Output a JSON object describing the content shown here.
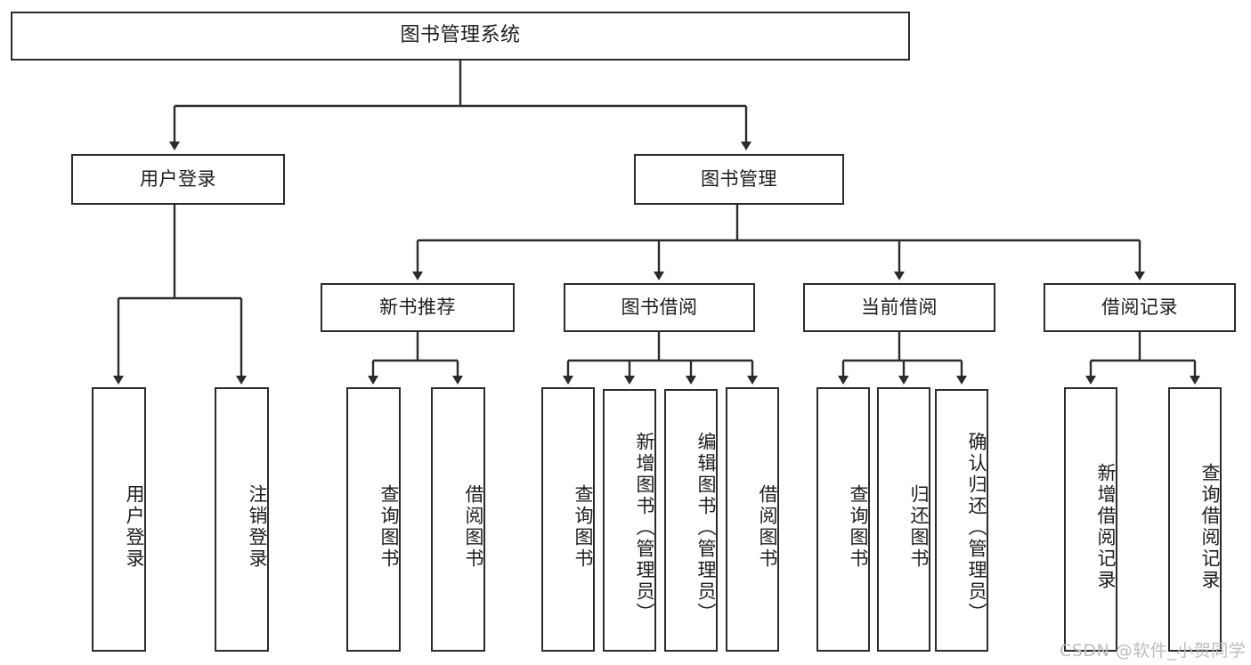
{
  "diagram": {
    "type": "tree-hierarchy",
    "title": "图书管理系统",
    "orientation": "top-down",
    "edge_style": "orthogonal-with-arrowheads",
    "colors": {
      "box_border": "#2b2b2b",
      "box_fill": "#ffffff",
      "text": "#1d1d1d",
      "edge": "#2b2b2b",
      "watermark": "#bdbdbd"
    },
    "root": {
      "label": "图书管理系统",
      "children": [
        {
          "label": "用户登录",
          "children": [
            {
              "label": "用户登录"
            },
            {
              "label": "注销登录"
            }
          ]
        },
        {
          "label": "图书管理",
          "children": [
            {
              "label": "新书推荐",
              "children": [
                {
                  "label": "查询图书"
                },
                {
                  "label": "借阅图书"
                }
              ]
            },
            {
              "label": "图书借阅",
              "children": [
                {
                  "label": "查询图书"
                },
                {
                  "label": "新增图书（管理员）"
                },
                {
                  "label": "编辑图书（管理员）"
                },
                {
                  "label": "借阅图书"
                }
              ]
            },
            {
              "label": "当前借阅",
              "children": [
                {
                  "label": "查询图书"
                },
                {
                  "label": "归还图书"
                },
                {
                  "label": "确认归还（管理员）"
                }
              ]
            },
            {
              "label": "借阅记录",
              "children": [
                {
                  "label": "新增借阅记录"
                },
                {
                  "label": "查询借阅记录"
                }
              ]
            }
          ]
        }
      ]
    }
  },
  "watermark": {
    "text": "CSDN @软件_小贺同学"
  }
}
